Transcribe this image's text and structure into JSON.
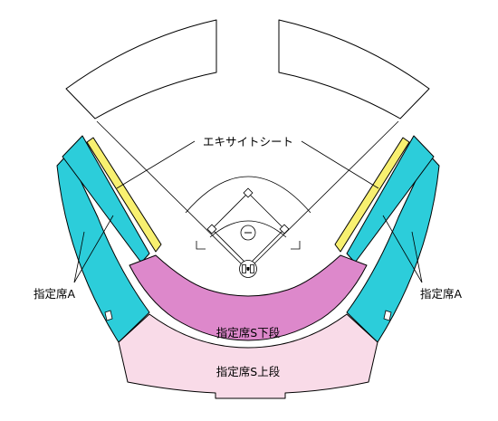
{
  "labels": {
    "excite_seat": "エキサイトシート",
    "reserved_a_left": "指定席A",
    "reserved_a_right": "指定席A",
    "reserved_s_lower": "指定席S下段",
    "reserved_s_upper": "指定席S上段"
  },
  "colors": {
    "reserved_a": "#2ccdda",
    "excite_seat": "#f8f070",
    "reserved_s_lower": "#dd88cb",
    "reserved_s_upper": "#f9dbe8",
    "outfield_stands": "#ffffff"
  }
}
